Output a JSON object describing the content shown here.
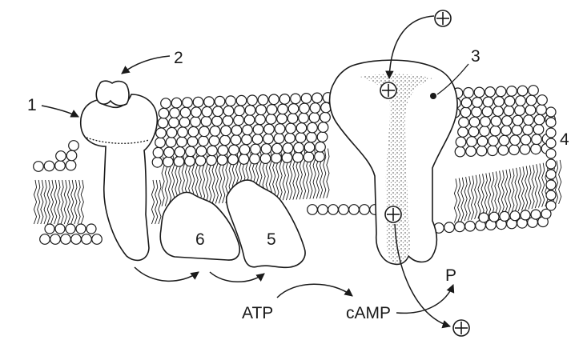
{
  "labels": {
    "n1": "1",
    "n2": "2",
    "n3": "3",
    "n4": "4",
    "n5": "5",
    "n6": "6",
    "atp": "ATP",
    "camp": "cAMP",
    "p": "P"
  },
  "symbols": {
    "plus": "⊕"
  },
  "colors": {
    "ink": "#1a1a1a",
    "stipple": "#9a9a9a",
    "background": "#ffffff"
  }
}
